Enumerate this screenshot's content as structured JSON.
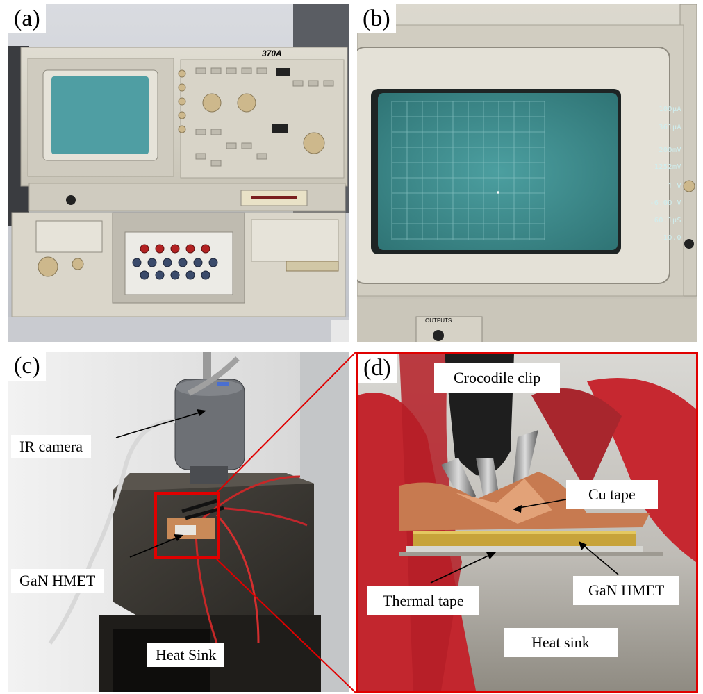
{
  "panels": {
    "a": {
      "label": "(a)",
      "instrument_title": "370A"
    },
    "b": {
      "label": "(b)",
      "readouts": [
        "100μA",
        "361μA",
        "200mV",
        "1252mV",
        "1 V",
        "-6.00 V",
        "60.1μS",
        "10.0"
      ],
      "bottom_label": "OUTPUTS"
    },
    "c": {
      "label": "(c)",
      "callouts": {
        "ir_camera": "IR camera",
        "gan_hemt": "GaN HMET",
        "heat_sink": "Heat Sink"
      }
    },
    "d": {
      "label": "(d)",
      "callouts": {
        "crocodile_clip": "Crocodile clip",
        "cu_tape": "Cu tape",
        "thermal_tape": "Thermal tape",
        "gan_hemt": "GaN HMET",
        "heat_sink": "Heat sink"
      }
    }
  },
  "colors": {
    "zoom_frame": "#e00000",
    "scope_screen": "#3f8e8f",
    "instrument_body": "#d6d2c6"
  }
}
